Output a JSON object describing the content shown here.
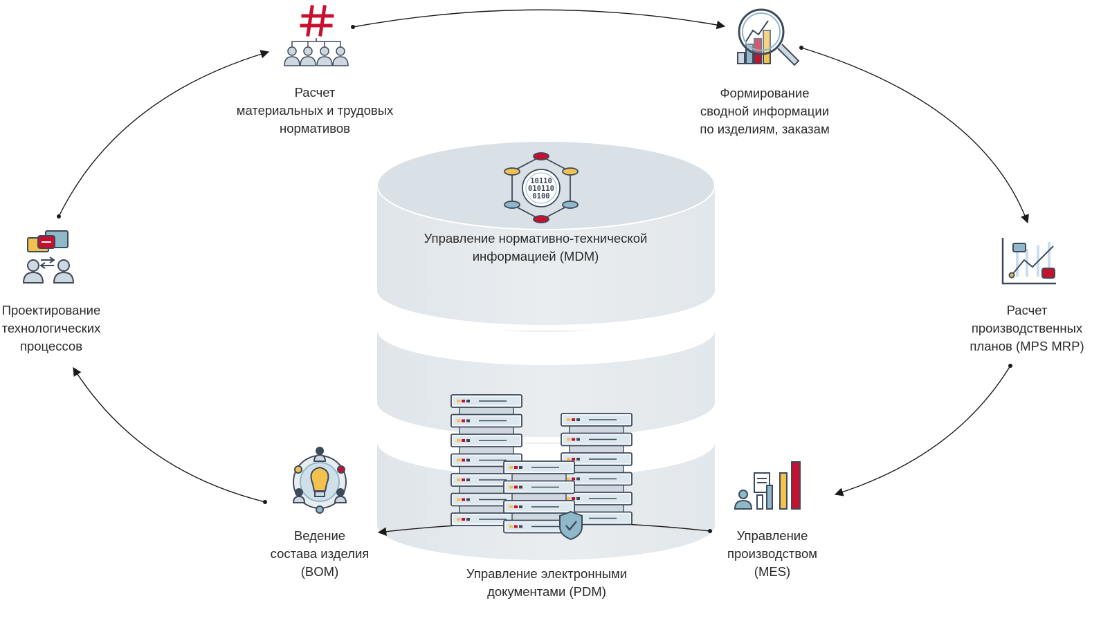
{
  "nodes": {
    "norms": {
      "lines": [
        "Расчет",
        "материальных и трудовых",
        "нормативов"
      ],
      "icon": "hashtag-team-icon"
    },
    "summary": {
      "lines": [
        "Формирование",
        "сводной информации",
        "по изделиям, заказам"
      ],
      "icon": "magnifier-chart-icon"
    },
    "plans": {
      "lines": [
        "Расчет",
        "производственных",
        "планов (MPS MRP)"
      ],
      "icon": "line-chart-icon"
    },
    "mes": {
      "lines": [
        "Управление",
        "производством",
        "(MES)"
      ],
      "icon": "person-bar-chart-icon"
    },
    "bom": {
      "lines": [
        "Ведение",
        "состава изделия",
        "(BOM)"
      ],
      "icon": "lightbulb-network-icon"
    },
    "process": {
      "lines": [
        "Проектирование",
        "технологических",
        "процессов"
      ],
      "icon": "people-chat-icon"
    }
  },
  "center": {
    "mdm": {
      "lines": [
        "Управление нормативно-технической",
        "информацией (MDM)"
      ],
      "icon": "binary-network-icon",
      "binary": [
        "10110",
        "010110",
        "0100"
      ]
    },
    "pdm": {
      "lines": [
        "Управление электронными",
        "документами (PDM)"
      ],
      "icon": "server-racks-shield-icon"
    }
  },
  "colors": {
    "red": "#c8102e",
    "yellow": "#f2c14e",
    "blue": "#8fb8c8",
    "outline": "#3d4a5c",
    "cylinder": "#e3e8ec"
  }
}
